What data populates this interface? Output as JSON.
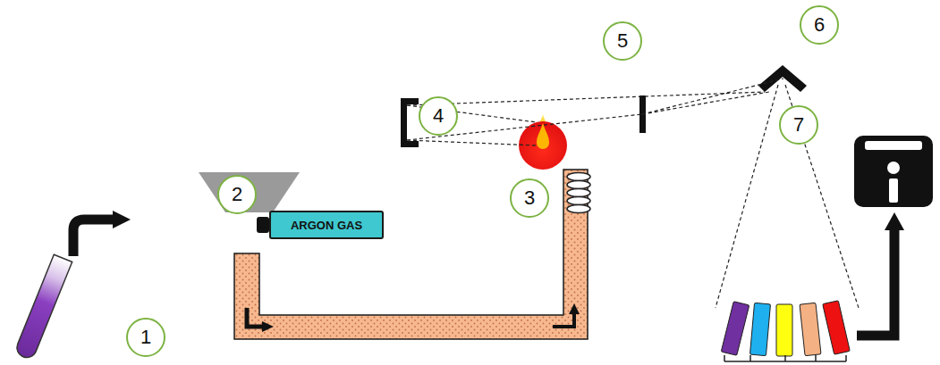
{
  "diagram": {
    "nodes": [
      {
        "text": [
          "1"
        ]
      },
      {
        "text": [
          "2"
        ]
      },
      {
        "text": [
          "3"
        ]
      },
      {
        "text": [
          "4"
        ]
      },
      {
        "text": [
          "5"
        ]
      },
      {
        "text": [
          "6"
        ]
      },
      {
        "text": [
          "7"
        ]
      },
      {
        "text": [
          "ARGON GAS"
        ]
      }
    ]
  }
}
